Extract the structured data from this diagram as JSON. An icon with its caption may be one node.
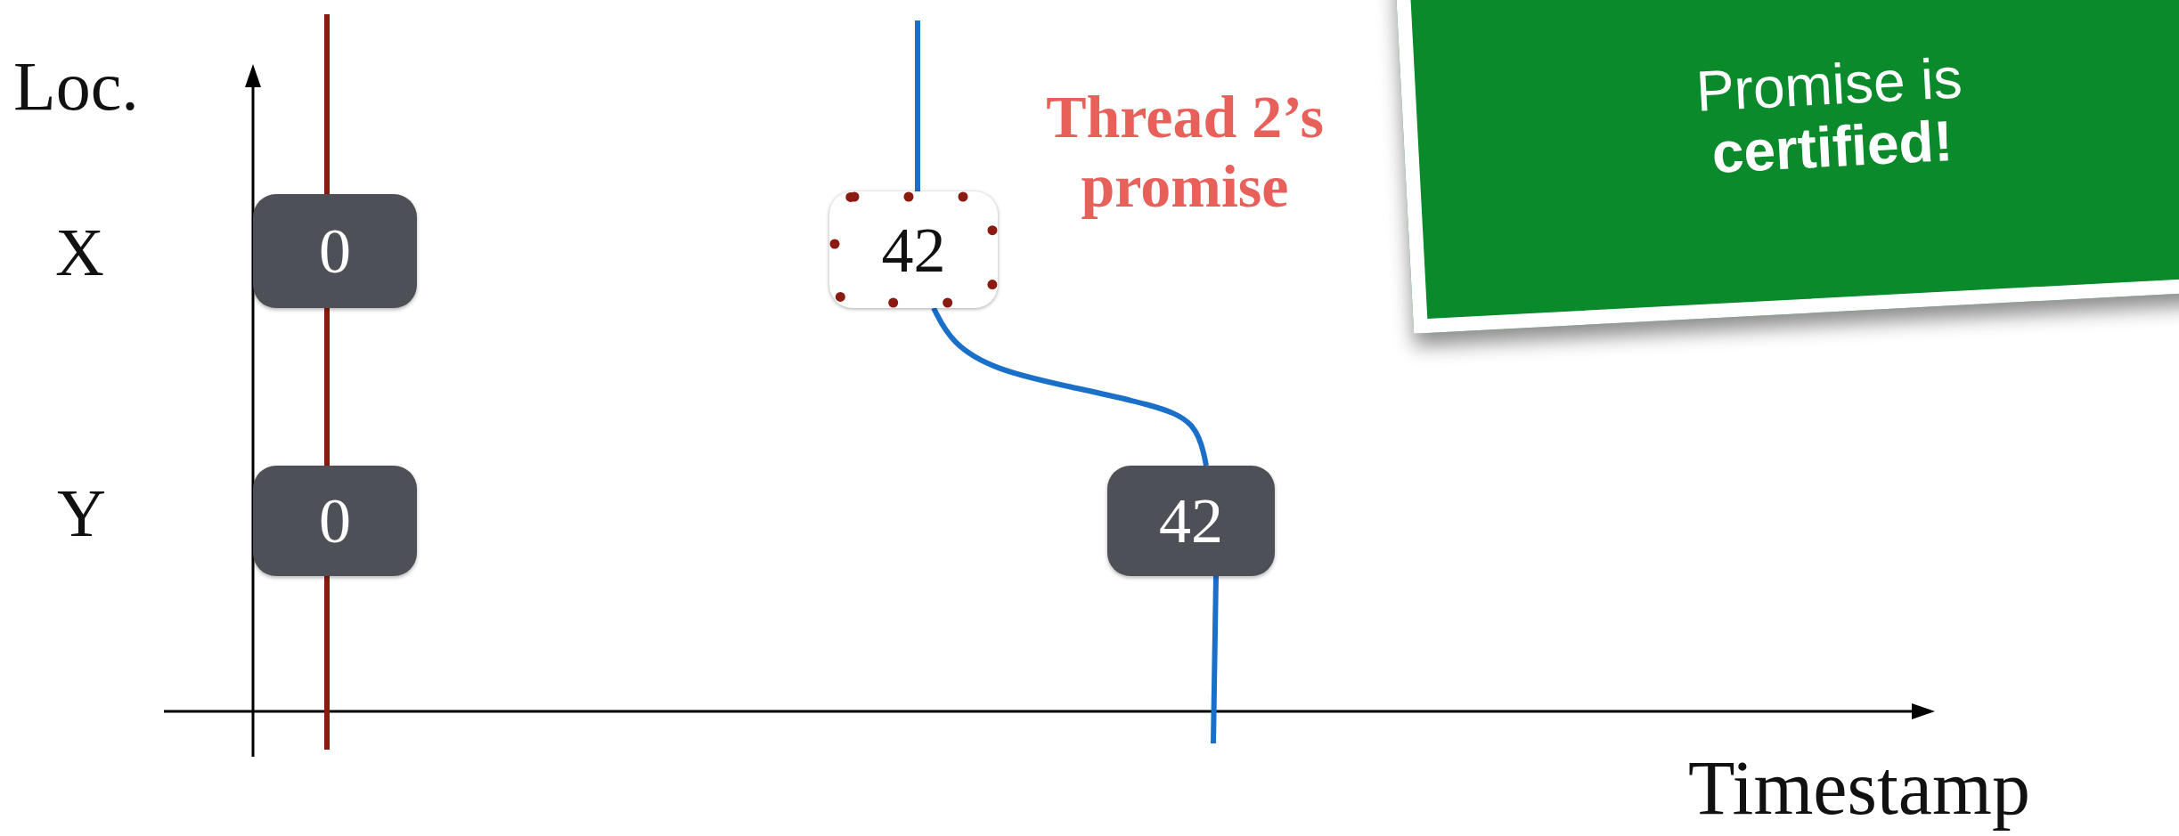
{
  "diagram": {
    "nodes": [
      {
        "text": [
          "0"
        ]
      },
      {
        "text": [
          "42"
        ]
      },
      {
        "text": [
          "Promise is **certified!**"
        ]
      },
      {
        "text": [
          "0"
        ]
      },
      {
        "text": [
          "42"
        ]
      }
    ],
    "edges": [
      {
        "from": null,
        "to": 0,
        "arrow": "none",
        "color": "#8b1a10"
      },
      {
        "from": 0,
        "to": 3,
        "arrow": "none",
        "color": "#8b1a10"
      },
      {
        "from": 3,
        "to": null,
        "arrow": "none",
        "color": "#8b1a10"
      },
      {
        "from": null,
        "to": 1,
        "arrow": "none",
        "color": "#1a6fc9"
      },
      {
        "from": 1,
        "to": 4,
        "arrow": "none",
        "color": "#1a6fc9"
      },
      {
        "from": 4,
        "to": null,
        "arrow": "none",
        "color": "#1a6fc9"
      }
    ],
    "labels": [
      "Loc.",
      "X",
      "Thread 2’s promise",
      "Y",
      "Timestamp"
    ]
  }
}
